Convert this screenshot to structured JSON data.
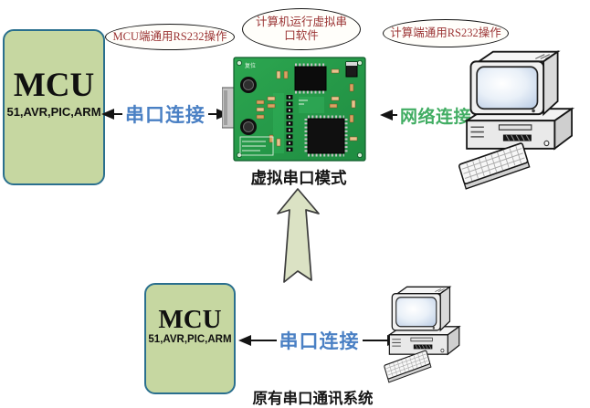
{
  "callouts": {
    "left": "MCU端通用RS232操作",
    "middle_line1": "计算机运行虚拟串",
    "middle_line2": "口软件",
    "right": "计算端通用RS232操作"
  },
  "mcu_top": {
    "title": "MCU",
    "subtitle": "51,AVR,PIC,ARM"
  },
  "mcu_bottom": {
    "title": "MCU",
    "subtitle": "51,AVR,PIC,ARM"
  },
  "links": {
    "serial_top": "串口连接",
    "network": "网络连接",
    "serial_bottom": "串口连接"
  },
  "labels": {
    "pcb_mode": "虚拟串口模式",
    "legacy_system": "原有串口通讯系统"
  },
  "pcb": {
    "silk_label": "复位"
  },
  "icons": {
    "pcb_module": "pcb-module-photo",
    "computer": "desktop-computer-icon",
    "up_arrow": "up-arrow-icon",
    "arrowheads": "double-headed-arrow"
  },
  "colors": {
    "mcu_fill": "#c6d7a1",
    "mcu_border": "#2a6f8e",
    "callout_text": "#9b3434",
    "serial_link_text": "#4a80c4",
    "network_link_text": "#41ad63",
    "big_arrow_fill": "#dbe2c4",
    "pcb_green": "#2ca650",
    "line_black": "#141414",
    "background": "#ffffff"
  }
}
